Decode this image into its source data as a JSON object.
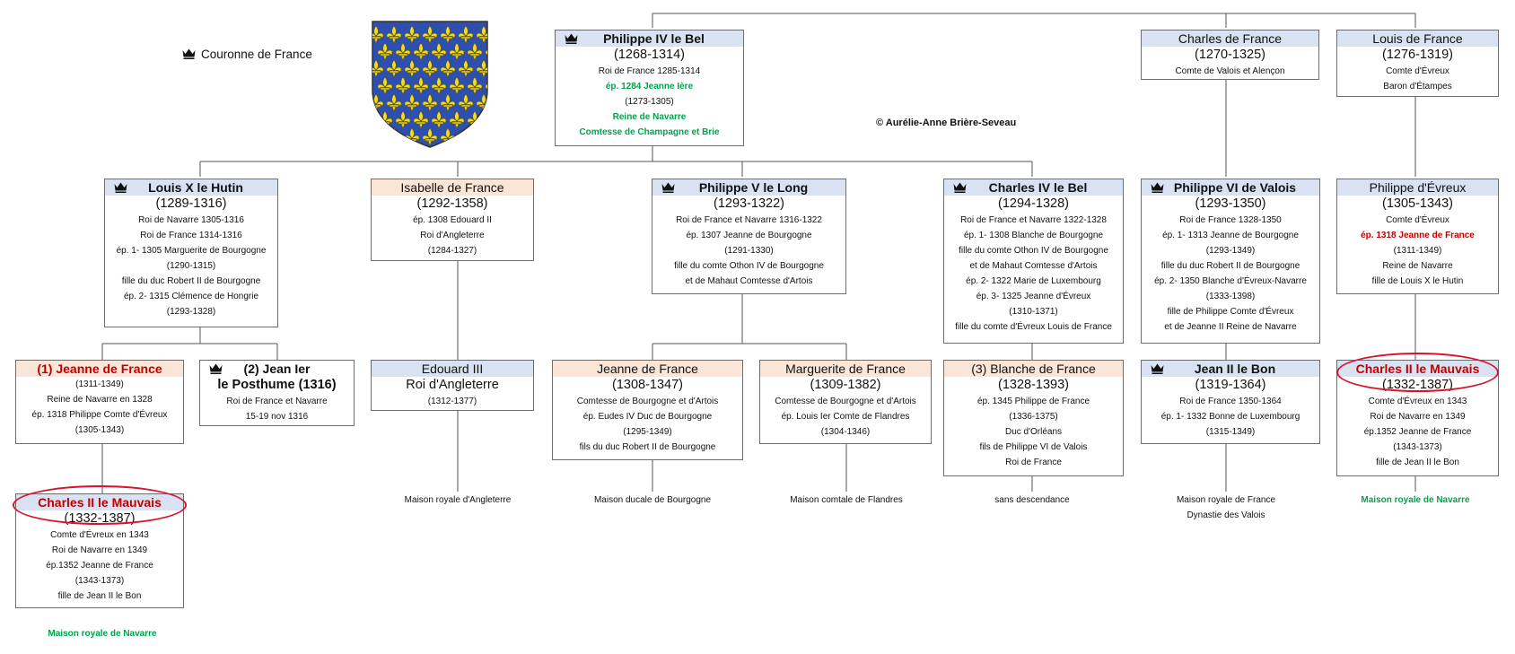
{
  "legend": {
    "icon": "crown-icon",
    "label": "Couronne de France"
  },
  "credit": "© Aurélie-Anne Brière-Seveau",
  "coat_of_arms": {
    "icon": "fleur-de-lys-shield-icon",
    "field_color": "#2d4fb0",
    "charge_color": "#f2dc1e"
  },
  "colors": {
    "header_blue": "#d9e2f3",
    "header_pink": "#fbe5d6",
    "highlight_red": "#c00000",
    "house_green": "#00a34a",
    "oval_red": "#d9142a"
  },
  "persons": {
    "philippe4": {
      "name": "Philippe IV le Bel",
      "dates": "(1268-1314)",
      "crown": true,
      "lines": [
        {
          "text": "Roi de France 1285-1314"
        },
        {
          "text": "ép. 1284 Jeanne Ière",
          "style": "green"
        },
        {
          "text": "(1273-1305)"
        },
        {
          "text": "Reine de Navarre",
          "style": "green"
        },
        {
          "text": "Comtesse de Champagne et Brie",
          "style": "green"
        }
      ]
    },
    "charles_valois": {
      "name": "Charles de France",
      "dates": "(1270-1325)",
      "lines": [
        {
          "text": "Comte de Valois et Alençon"
        }
      ]
    },
    "louis_evreux": {
      "name": "Louis de France",
      "dates": "(1276-1319)",
      "lines": [
        {
          "text": "Comte d'Évreux"
        },
        {
          "text": "Baron d'Étampes"
        }
      ]
    },
    "louis10": {
      "name": "Louis X le Hutin",
      "dates": "(1289-1316)",
      "crown": true,
      "lines": [
        {
          "text": "Roi de Navarre 1305-1316"
        },
        {
          "text": "Roi de France 1314-1316"
        },
        {
          "text": "ép. 1- 1305 Marguerite de Bourgogne"
        },
        {
          "text": "(1290-1315)"
        },
        {
          "text": "fille du duc Robert II de Bourgogne"
        },
        {
          "text": "ép. 2- 1315 Clémence de Hongrie"
        },
        {
          "text": "(1293-1328)"
        }
      ]
    },
    "isabelle": {
      "name": "Isabelle de France",
      "dates": "(1292-1358)",
      "lines": [
        {
          "text": "ép. 1308 Edouard II"
        },
        {
          "text": "Roi d'Angleterre"
        },
        {
          "text": "(1284-1327)"
        }
      ]
    },
    "philippe5": {
      "name": "Philippe V le Long",
      "dates": "(1293-1322)",
      "crown": true,
      "lines": [
        {
          "text": "Roi de France et Navarre 1316-1322"
        },
        {
          "text": "ép. 1307 Jeanne de Bourgogne"
        },
        {
          "text": "(1291-1330)"
        },
        {
          "text": "fille du comte Othon IV de Bourgogne"
        },
        {
          "text": "et de Mahaut Comtesse d'Artois"
        }
      ]
    },
    "charles4": {
      "name": "Charles IV le Bel",
      "dates": "(1294-1328)",
      "crown": true,
      "lines": [
        {
          "text": "Roi de France et Navarre 1322-1328"
        },
        {
          "text": "ép. 1- 1308 Blanche de Bourgogne"
        },
        {
          "text": "fille du comte Othon IV de Bourgogne"
        },
        {
          "text": "et de Mahaut Comtesse d'Artois"
        },
        {
          "text": "ép. 2- 1322 Marie de Luxembourg"
        },
        {
          "text": "ép. 3- 1325 Jeanne d'Évreux"
        },
        {
          "text": "(1310-1371)"
        },
        {
          "text": "fille du comte d'Évreux Louis de France"
        }
      ]
    },
    "philippe6": {
      "name": "Philippe VI de Valois",
      "dates": "(1293-1350)",
      "crown": true,
      "lines": [
        {
          "text": "Roi de France 1328-1350"
        },
        {
          "text": "ép. 1- 1313 Jeanne de Bourgogne"
        },
        {
          "text": "(1293-1349)"
        },
        {
          "text": "fille du duc Robert II de Bourgogne"
        },
        {
          "text": "ép. 2- 1350 Blanche d'Évreux-Navarre"
        },
        {
          "text": "(1333-1398)"
        },
        {
          "text": "fille de Philippe Comte d'Évreux"
        },
        {
          "text": "et de Jeanne II Reine de Navarre"
        }
      ]
    },
    "philippe_evreux": {
      "name": "Philippe d'Évreux",
      "dates": "(1305-1343)",
      "lines": [
        {
          "text": "Comte d'Évreux"
        },
        {
          "text": "ép. 1318 Jeanne de France",
          "style": "red"
        },
        {
          "text": "(1311-1349)"
        },
        {
          "text": "Reine de Navarre"
        },
        {
          "text": "fille de Louis X le Hutin"
        }
      ]
    },
    "jeanne2": {
      "name": "(1) Jeanne de France",
      "dates": "(1311-1349)",
      "dates_small": true,
      "red": true,
      "lines": [
        {
          "text": "Reine de Navarre en 1328"
        },
        {
          "text": "ép. 1318 Philippe Comte d'Évreux"
        },
        {
          "text": "(1305-1343)"
        }
      ]
    },
    "jean1": {
      "name": "(2) Jean Ier",
      "dates": "le Posthume (1316)",
      "crown": true,
      "dates_bold": true,
      "lines": [
        {
          "text": "Roi de France et Navarre"
        },
        {
          "text": "15-19 nov 1316"
        }
      ]
    },
    "edouard3": {
      "name": "Edouard III",
      "dates": "Roi d'Angleterre",
      "lines": [
        {
          "text": "(1312-1377)"
        }
      ]
    },
    "jeanne_bourgogne": {
      "name": "Jeanne de France",
      "dates": "(1308-1347)",
      "lines": [
        {
          "text": "Comtesse de Bourgogne et d'Artois"
        },
        {
          "text": "ép. Eudes IV Duc de Bourgogne"
        },
        {
          "text": "(1295-1349)"
        },
        {
          "text": "fils du duc Robert II de Bourgogne"
        }
      ]
    },
    "marguerite": {
      "name": "Marguerite de France",
      "dates": "(1309-1382)",
      "lines": [
        {
          "text": "Comtesse de Bourgogne et d'Artois"
        },
        {
          "text": "ép. Louis Ier Comte de Flandres"
        },
        {
          "text": "(1304-1346)"
        }
      ]
    },
    "blanche": {
      "name": "(3) Blanche de France",
      "dates": "(1328-1393)",
      "lines": [
        {
          "text": "ép. 1345 Philippe de France"
        },
        {
          "text": "(1336-1375)"
        },
        {
          "text": "Duc d'Orléans"
        },
        {
          "text": "fils de Philippe VI de Valois"
        },
        {
          "text": "Roi de France"
        }
      ]
    },
    "jean2": {
      "name": "Jean II le Bon",
      "dates": "(1319-1364)",
      "crown": true,
      "lines": [
        {
          "text": "Roi de France 1350-1364"
        },
        {
          "text": "ép. 1- 1332 Bonne de Luxembourg"
        },
        {
          "text": "(1315-1349)"
        }
      ]
    },
    "charles2_right": {
      "name": "Charles II le Mauvais",
      "dates": "(1332-1387)",
      "red": true,
      "lines": [
        {
          "text": "Comte d'Évreux en 1343"
        },
        {
          "text": "Roi de Navarre en 1349"
        },
        {
          "text": "ép.1352 Jeanne de France"
        },
        {
          "text": "(1343-1373)"
        },
        {
          "text": "fille de Jean II le Bon"
        }
      ]
    },
    "charles2_left": {
      "name": "Charles II le Mauvais",
      "dates": "(1332-1387)",
      "red": true,
      "lines": [
        {
          "text": "Comte d'Évreux en 1343"
        },
        {
          "text": "Roi de Navarre en 1349"
        },
        {
          "text": "ép.1352 Jeanne de France"
        },
        {
          "text": "(1343-1373)"
        },
        {
          "text": "fille de Jean II le Bon"
        }
      ]
    }
  },
  "houses": {
    "angleterre": {
      "lines": [
        "Maison royale d'Angleterre"
      ]
    },
    "bourgogne": {
      "lines": [
        "Maison ducale de Bourgogne"
      ]
    },
    "flandres": {
      "lines": [
        "Maison comtale de Flandres"
      ]
    },
    "sans": {
      "lines": [
        "sans descendance"
      ]
    },
    "valois": {
      "lines": [
        "Maison royale de France",
        "Dynastie des Valois"
      ]
    },
    "navarre_right": {
      "lines": [
        "Maison royale de Navarre"
      ],
      "green": true
    },
    "navarre_left": {
      "lines": [
        "Maison royale de Navarre"
      ],
      "green": true
    }
  }
}
